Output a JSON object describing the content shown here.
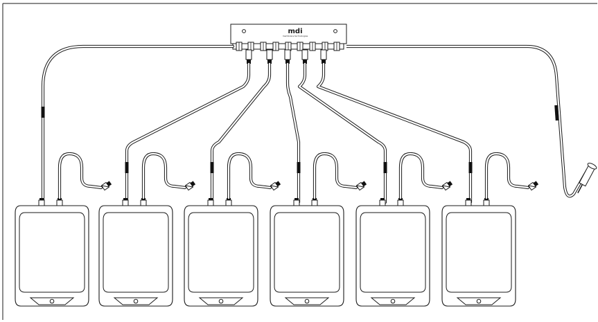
{
  "diagram": {
    "logo_text": "mdi",
    "logo_subtext": "membrane technologies",
    "line_color": "#1a1a1a",
    "clamp_color": "#111111",
    "background": "#ffffff",
    "bag_count": 6
  }
}
